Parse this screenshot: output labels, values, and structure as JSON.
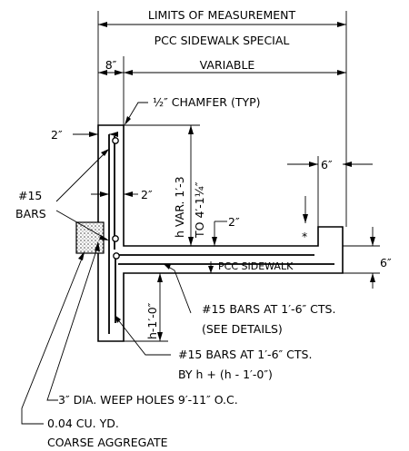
{
  "labels": {
    "limits_of_measurement": "LIMITS OF MEASUREMENT",
    "pcc_sidewalk_special": "PCC SIDEWALK SPECIAL",
    "dim_8in": "8″",
    "variable": "VARIABLE",
    "chamfer": "½″ CHAMFER (TYP)",
    "dim_2in_left": "2″",
    "h_var_line1": "h VAR. 1′-3",
    "h_var_line2": "TO 4′-1¼″",
    "dim_6in_top": "6″",
    "bars_15_num": "#15",
    "bars_15_word": "BARS",
    "dim_2in_mid": "2″",
    "dim_2in_lower": "2″",
    "asterisk": "*",
    "dim_6in_right": "6″",
    "pcc_sidewalk": "PCC SIDEWALK",
    "h_minus_1": "h-1′-0″",
    "bars_cts_1_line1": "#15 BARS AT 1′-6″ CTS.",
    "bars_cts_1_line2": "(SEE DETAILS)",
    "bars_cts_2_line1": "#15 BARS AT 1′-6″ CTS.",
    "bars_cts_2_line2": "BY h + (h - 1′-0″)",
    "weep_holes": "3″ DIA. WEEP HOLES 9′-11″ O.C.",
    "aggregate_line1": "0.04 CU. YD.",
    "aggregate_line2": "COARSE AGGREGATE"
  },
  "colors": {
    "ink": "#000000",
    "paper": "#ffffff",
    "aggregate": "#cccccc"
  }
}
